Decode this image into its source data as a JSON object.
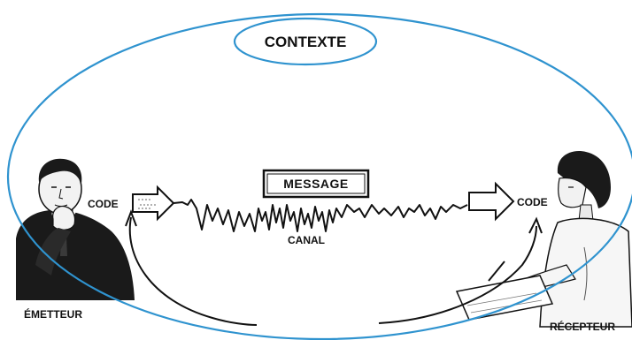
{
  "diagram": {
    "context_label": "CONTEXTE",
    "sender": {
      "label": "ÉMETTEUR",
      "code_label": "CODE"
    },
    "receiver": {
      "label": "RÉCEPTEUR",
      "code_label": "CODE"
    },
    "message_label": "MESSAGE",
    "channel_label": "CANAL"
  },
  "colors": {
    "context_ellipse": "#2f93cf",
    "ink": "#111111",
    "background": "#ffffff"
  }
}
